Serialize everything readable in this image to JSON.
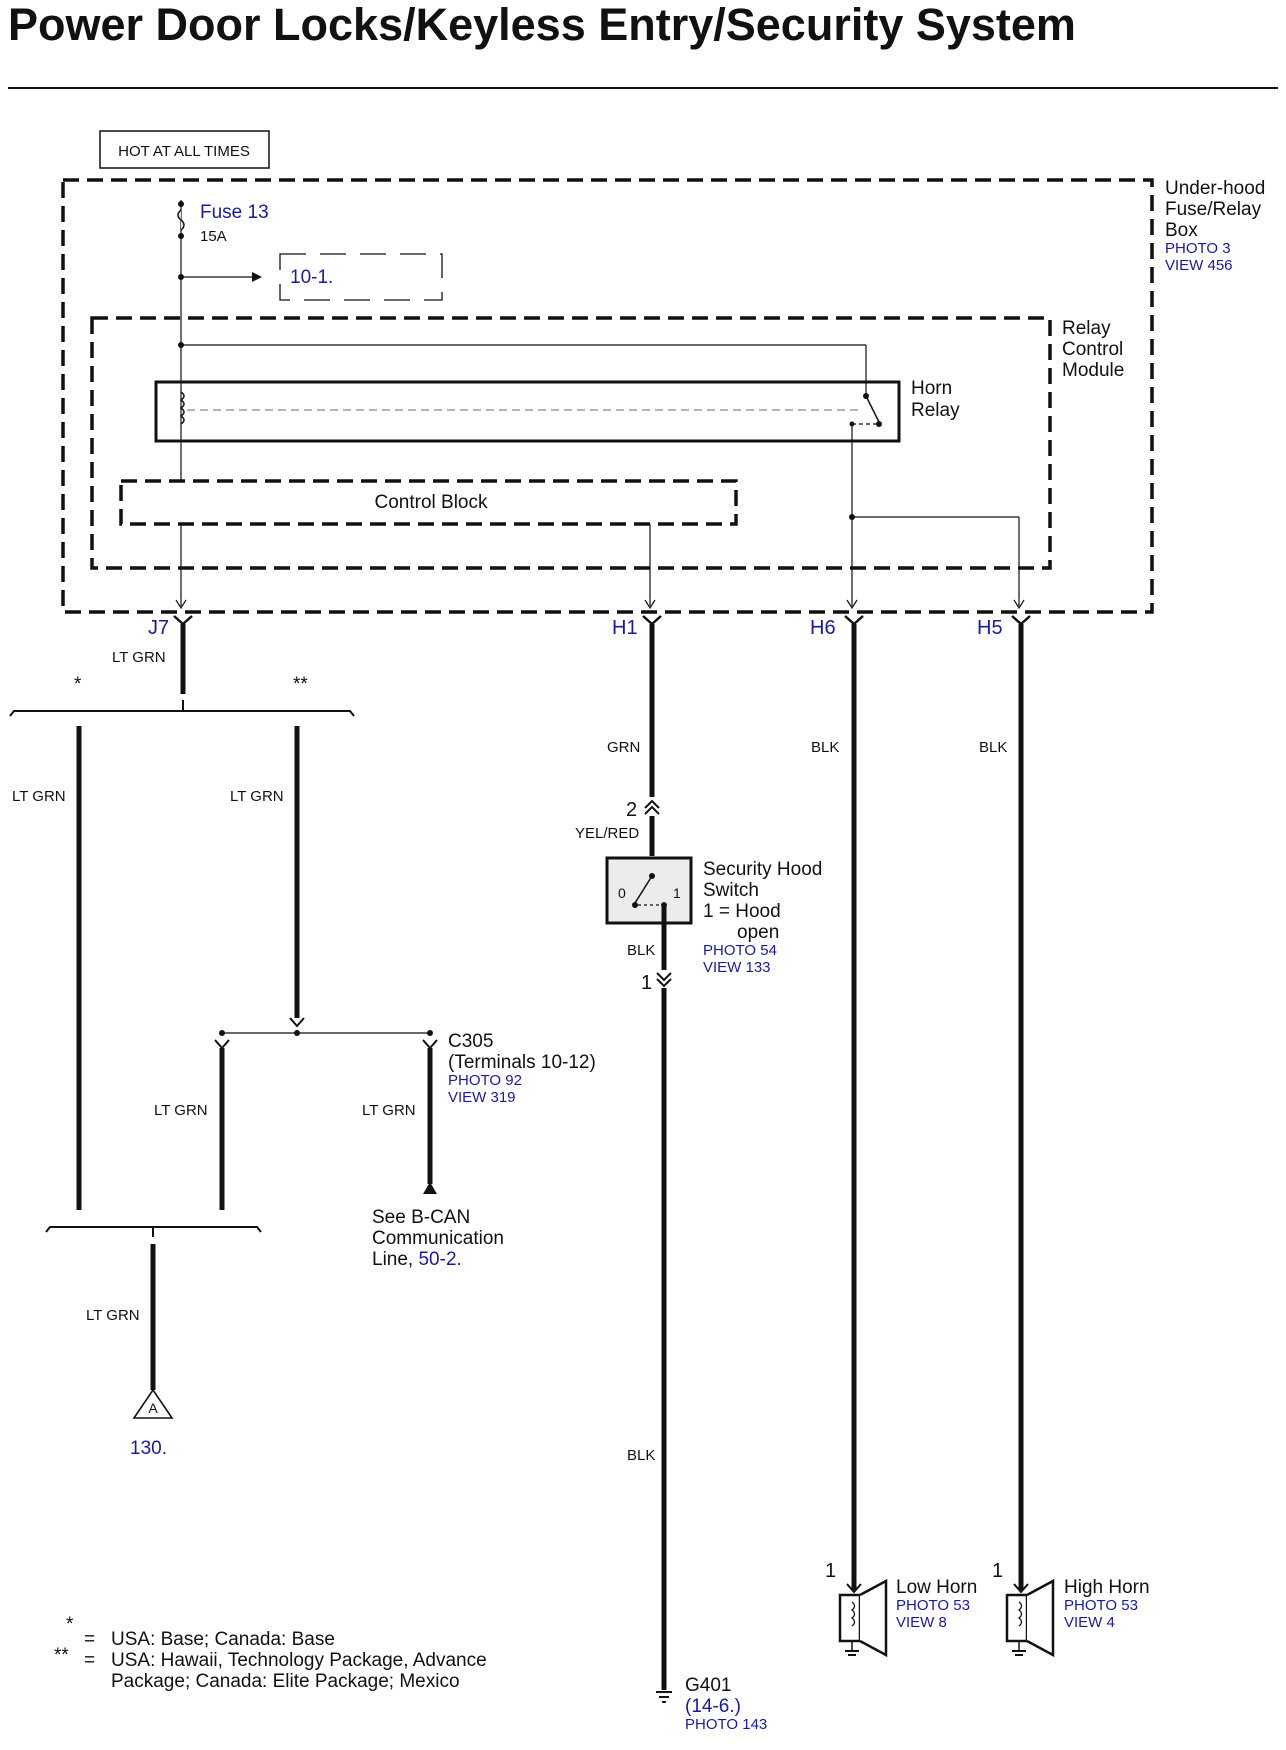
{
  "title": "Power Door Locks/Keyless Entry/Security System",
  "hot_label": "HOT AT ALL TIMES",
  "fuse": {
    "name": "Fuse 13",
    "rating": "15A",
    "ref": "10-1."
  },
  "underhood_box": {
    "name_line1": "Under-hood",
    "name_line2": "Fuse/Relay",
    "name_line3": "Box",
    "photo": "PHOTO 3",
    "view": "VIEW 456"
  },
  "relay_module": {
    "line1": "Relay",
    "line2": "Control",
    "line3": "Module"
  },
  "horn_relay": {
    "line1": "Horn",
    "line2": "Relay"
  },
  "control_block": "Control Block",
  "terminals": {
    "j7": "J7",
    "h1": "H1",
    "h6": "H6",
    "h5": "H5"
  },
  "wires": {
    "lt_grn": "LT GRN",
    "grn": "GRN",
    "blk": "BLK",
    "yel_red": "YEL/RED"
  },
  "marks": {
    "single": "*",
    "double": "**"
  },
  "pins": {
    "two": "2",
    "one": "1"
  },
  "hood_switch": {
    "line1": "Security Hood",
    "line2": "Switch",
    "line3": "1 = Hood",
    "line4": "open",
    "photo": "PHOTO 54",
    "view": "VIEW 133",
    "pos0": "0",
    "pos1": "1"
  },
  "c305": {
    "name": "C305",
    "terminals": "(Terminals 10-12)",
    "photo": "PHOTO 92",
    "view": "VIEW 319"
  },
  "bcan": {
    "line1": "See B-CAN",
    "line2": "Communication",
    "line3_text": "Line, ",
    "line3_ref": "50-2."
  },
  "connector_a": {
    "letter": "A",
    "ref": "130."
  },
  "low_horn": {
    "name": "Low Horn",
    "photo": "PHOTO 53",
    "view": "VIEW 8"
  },
  "high_horn": {
    "name": "High Horn",
    "photo": "PHOTO 53",
    "view": "VIEW 4"
  },
  "ground": {
    "name": "G401",
    "ref": "(14-6.)",
    "photo": "PHOTO 143"
  },
  "notes": [
    {
      "mark": "*",
      "eq": "=",
      "line1": "USA: Base; Canada: Base"
    },
    {
      "mark": "**",
      "eq": "=",
      "line1": "USA: Hawaii, Technology Package, Advance",
      "line2": "Package; Canada: Elite Package; Mexico"
    }
  ]
}
